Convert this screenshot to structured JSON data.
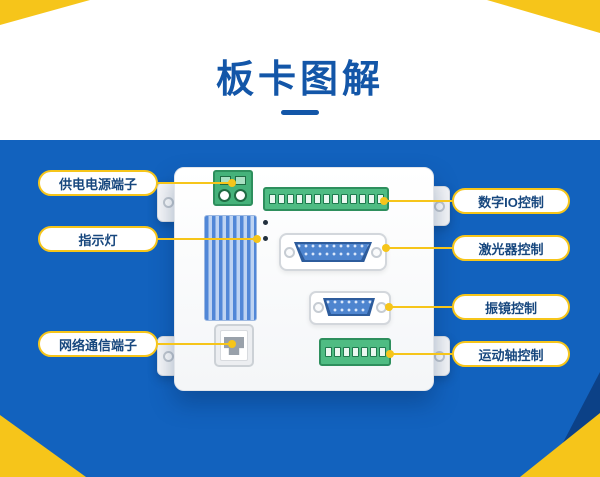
{
  "page": {
    "title": "板卡图解"
  },
  "colors": {
    "background_blue": "#1262be",
    "accent_yellow": "#f6c51a",
    "title_blue": "#1356a8",
    "terminal_green": "#4fbc83"
  },
  "callouts": {
    "left": [
      {
        "label": "供电电源端子"
      },
      {
        "label": "指示灯"
      },
      {
        "label": "网络通信端子"
      }
    ],
    "right": [
      {
        "label": "数字IO控制"
      },
      {
        "label": "激光器控制"
      },
      {
        "label": "振镜控制"
      },
      {
        "label": "运动轴控制"
      }
    ]
  }
}
